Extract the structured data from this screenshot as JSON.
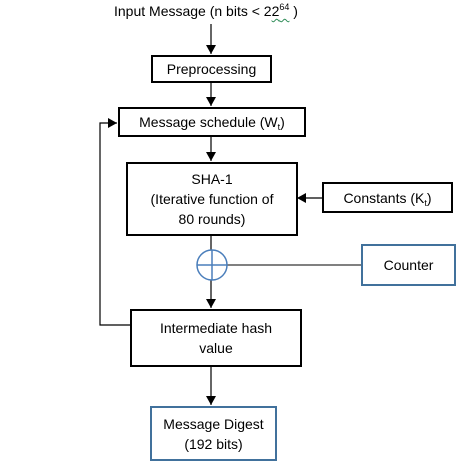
{
  "input": {
    "text": "Input Message (n bits < 2",
    "exponent": "64",
    "close": " )"
  },
  "preprocessing": {
    "label": "Preprocessing"
  },
  "schedule": {
    "label": "Message schedule (W",
    "subscript": "t",
    "close": ")"
  },
  "sha": {
    "line1": "SHA-1",
    "line2": "(Iterative function of",
    "line3": "80 rounds)"
  },
  "constants": {
    "label": "Constants (K",
    "subscript": "t",
    "close": ")"
  },
  "counter": {
    "label": "Counter"
  },
  "intermediate": {
    "line1": "Intermediate hash",
    "line2": "value"
  },
  "digest": {
    "line1": "Message Digest",
    "line2": "(192 bits)"
  },
  "colors": {
    "line": "#000000",
    "accent_border": "#41719c",
    "xor_symbol": "#4a7ebb"
  }
}
